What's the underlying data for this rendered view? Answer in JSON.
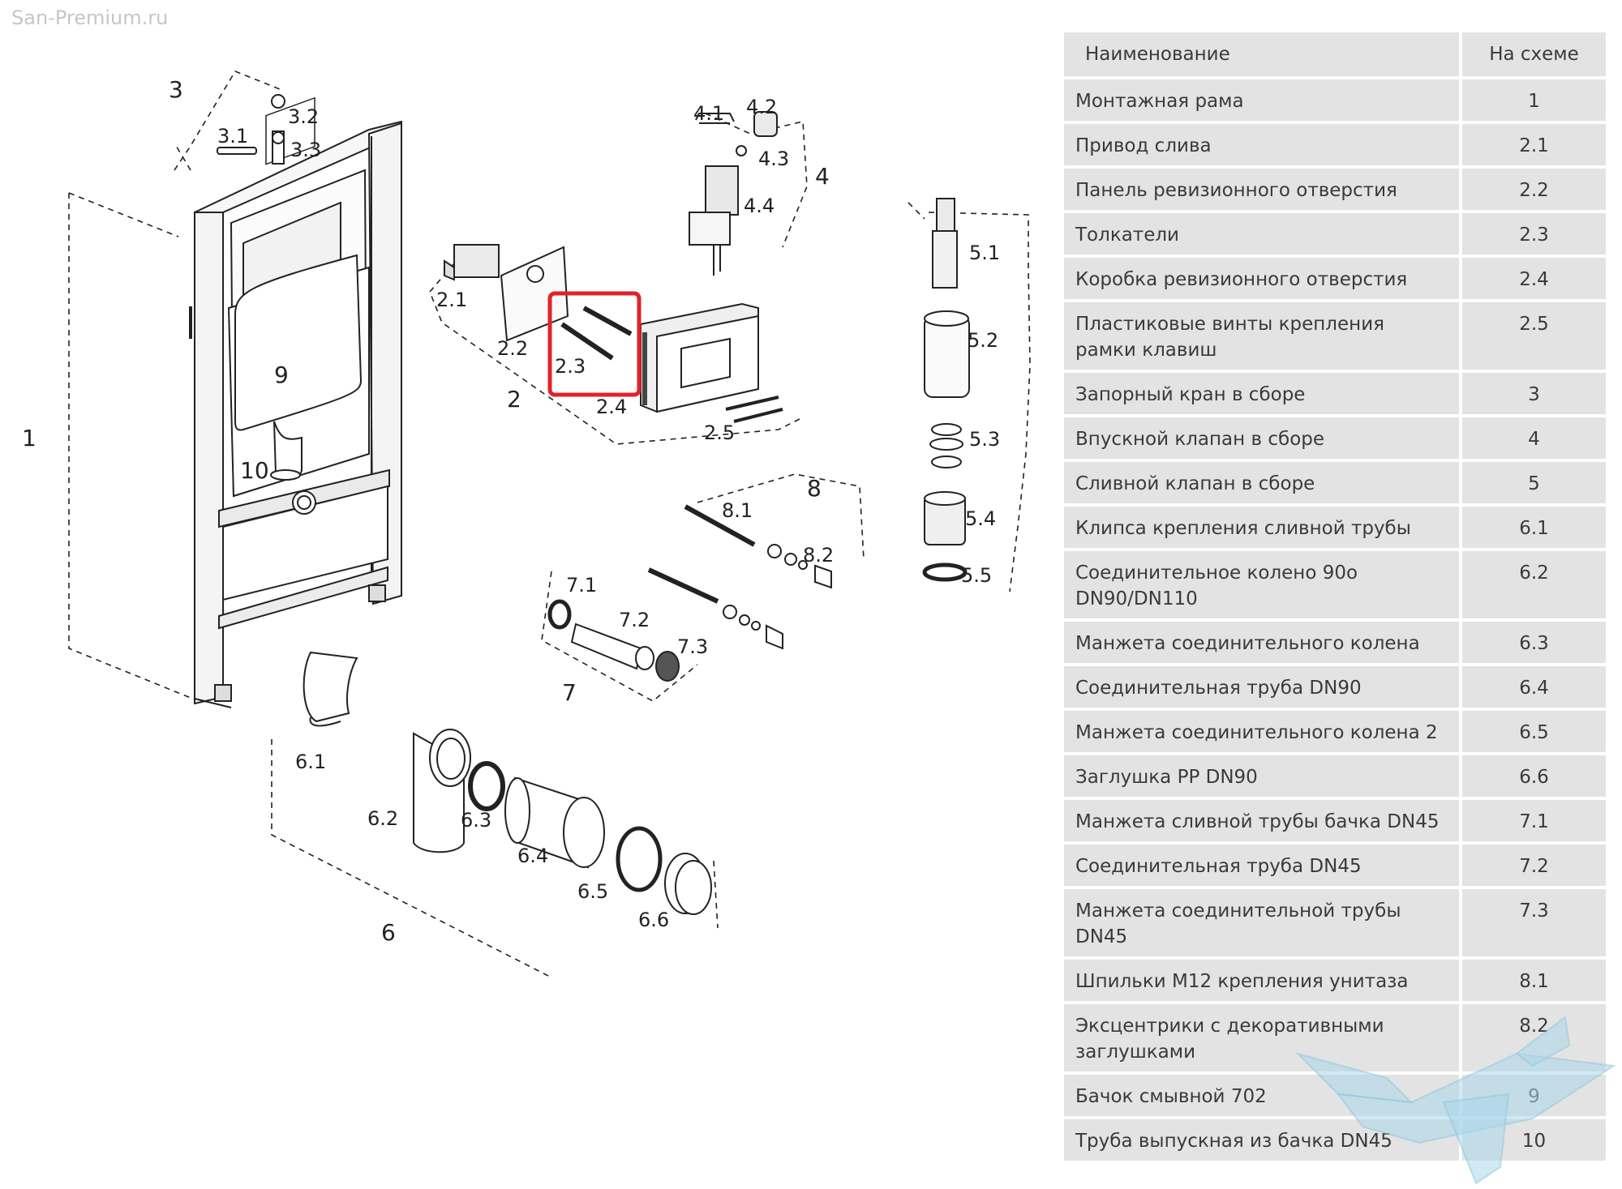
{
  "watermark": "San-Premium.ru",
  "diagram": {
    "highlight_color": "#e0232b",
    "callouts": [
      "1",
      "2",
      "2.1",
      "2.2",
      "2.3",
      "2.4",
      "2.5",
      "3",
      "3.1",
      "3.2",
      "3.3",
      "4",
      "4.1",
      "4.2",
      "4.3",
      "4.4",
      "5.1",
      "5.2",
      "5.3",
      "5.4",
      "5.5",
      "6",
      "6.1",
      "6.2",
      "6.3",
      "6.4",
      "6.5",
      "6.6",
      "7",
      "7.1",
      "7.2",
      "7.3",
      "8",
      "8.1",
      "8.2",
      "9",
      "10"
    ]
  },
  "table": {
    "header": {
      "name": "Наименование",
      "number": "На схеме"
    },
    "rows": [
      {
        "name": "Монтажная рама",
        "number": "1"
      },
      {
        "name": "Привод слива",
        "number": "2.1"
      },
      {
        "name": "Панель ревизионного отверстия",
        "number": "2.2"
      },
      {
        "name": "Толкатели",
        "number": "2.3"
      },
      {
        "name": "Коробка ревизионного отверстия",
        "number": "2.4"
      },
      {
        "name": "Пластиковые винты крепления рамки клавиш",
        "number": "2.5"
      },
      {
        "name": "Запорный кран в сборе",
        "number": "3"
      },
      {
        "name": "Впускной клапан в сборе",
        "number": "4"
      },
      {
        "name": "Сливной клапан в сборе",
        "number": "5"
      },
      {
        "name": "Клипса крепления сливной трубы",
        "number": "6.1"
      },
      {
        "name": "Соединительное колено 90o DN90/DN110",
        "number": "6.2"
      },
      {
        "name": "Манжета соединительного колена",
        "number": "6.3"
      },
      {
        "name": "Соединительная труба DN90",
        "number": "6.4"
      },
      {
        "name": "Манжета соединительного колена 2",
        "number": "6.5"
      },
      {
        "name": "Заглушка PP DN90",
        "number": "6.6"
      },
      {
        "name": "Манжета сливной трубы бачка DN45",
        "number": "7.1"
      },
      {
        "name": "Соединительная труба DN45",
        "number": "7.2"
      },
      {
        "name": "Манжета соединительной трубы DN45",
        "number": "7.3"
      },
      {
        "name": "Шпильки M12 крепления унитаза",
        "number": "8.1"
      },
      {
        "name": "Эксцентрики с декоративными заглушками",
        "number": "8.2"
      },
      {
        "name": "Бачок смывной 702",
        "number": "9"
      },
      {
        "name": "Труба выпускная из бачка DN45",
        "number": "10"
      }
    ]
  }
}
